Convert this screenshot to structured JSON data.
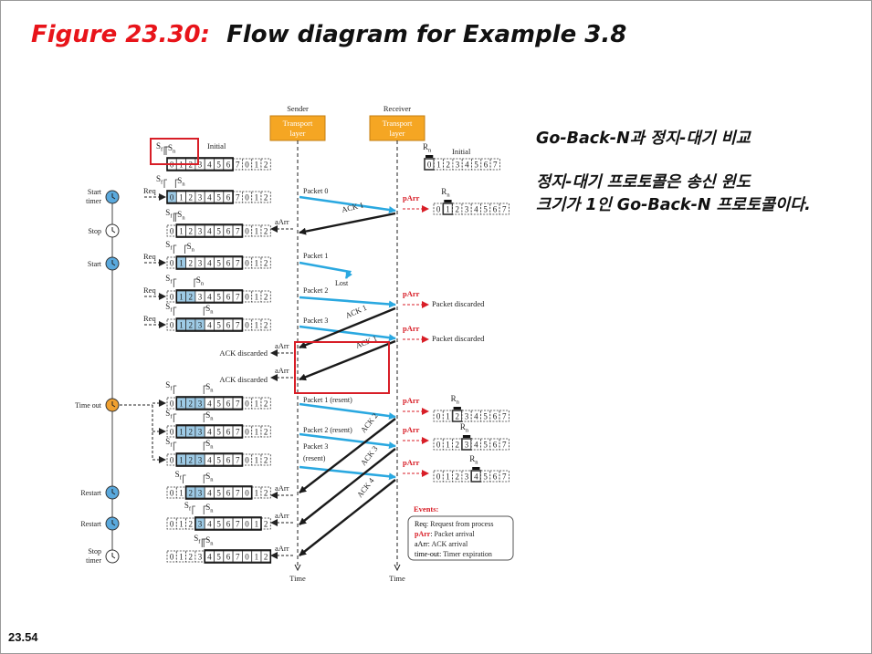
{
  "slide": {
    "title_number": "Figure 23.30:",
    "title_text": "Flow diagram for Example 3.8",
    "side_heading": "Go-Back-N과 정지-대기 비교",
    "side_body_lines": [
      "정지-대기  프로토콜은 송신 윈도",
      "크기가 1인 Go-Back-N 프로토콜이다."
    ],
    "page_number": "23.54"
  },
  "diagram": {
    "sender_label": "Sender",
    "receiver_label": "Receiver",
    "layer_box_lines": [
      "Transport",
      "layer"
    ],
    "time_label": "Time",
    "initial_label": "Initial",
    "sf": "S",
    "sf_sub": "f",
    "sn_sub": "n",
    "rn": "R",
    "rn_sub": "n",
    "req": "Req",
    "parr": "pArr",
    "aarr": "aArr",
    "lost": "Lost",
    "timer_labels": [
      "Start timer",
      "Stop",
      "Start",
      "Time out",
      "Restart",
      "Restart",
      "Stop timer"
    ],
    "packets": [
      "Packet 0",
      "Packet 1",
      "Packet 2",
      "Packet 3",
      "Packet 1 (resent)",
      "Packet 2 (resent)",
      "Packet 3",
      "(resent)"
    ],
    "acks": [
      "ACK 1",
      "ACK 1",
      "ACK 1",
      "ACK 2",
      "ACK 3",
      "ACK 4"
    ],
    "ack_discarded": "ACK discarded",
    "packet_discarded": "Packet discarded",
    "sender_seq": [
      "0",
      "1",
      "2",
      "3",
      "4",
      "5",
      "6",
      "7",
      "0",
      "1",
      "2"
    ],
    "receiver_seq": [
      "0",
      "1",
      "2",
      "3",
      "4",
      "5",
      "6",
      "7"
    ],
    "events_title": "Events:",
    "events": [
      {
        "key": "Req",
        "text": ": Request from process"
      },
      {
        "key": "pArr",
        "text": ": Packet arrival"
      },
      {
        "key": "aArr",
        "text": ": ACK arrival"
      },
      {
        "key": "time-out",
        "text": ": Timer expiration"
      }
    ],
    "colors": {
      "packet_arrow": "#2aa8e0",
      "ack_arrow": "#1a1a1a",
      "layer_box": "#f5a623",
      "highlight_box": "#d81e27",
      "window_fill": "#9ecbe6",
      "parr_color": "#d81e27"
    }
  }
}
